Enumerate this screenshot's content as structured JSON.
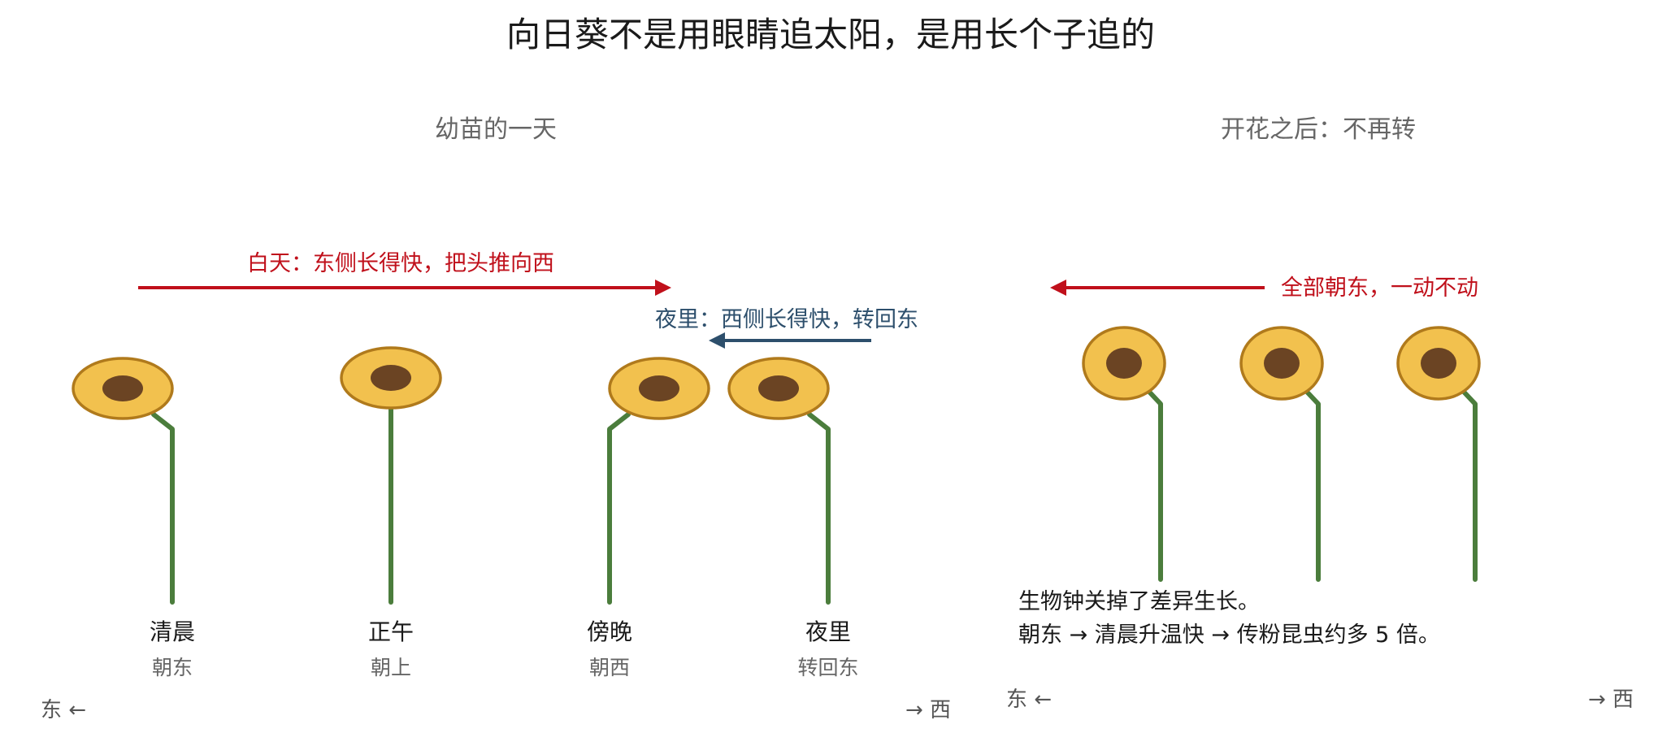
{
  "title": "向日葵不是用眼睛追太阳，是用长个子追的",
  "left_panel": {
    "title": "幼苗的一天",
    "day_arrow_label": "白天：东侧长得快，把头推向西",
    "night_arrow_label": "夜里：西侧长得快，转回东",
    "stages": [
      {
        "time": "清晨",
        "facing": "朝东"
      },
      {
        "time": "正午",
        "facing": "朝上"
      },
      {
        "time": "傍晚",
        "facing": "朝西"
      },
      {
        "time": "夜里",
        "facing": "转回东"
      }
    ],
    "east_label": "东 ←",
    "west_label": "→ 西"
  },
  "right_panel": {
    "title": "开花之后：不再转",
    "arrow_label": "全部朝东，一动不动",
    "notes": [
      "生物钟关掉了差异生长。",
      "朝东 → 清晨升温快 → 传粉昆虫约多 5 倍。"
    ],
    "east_label": "东 ←",
    "west_label": "→ 西"
  },
  "colors": {
    "day_arrow": "#c0101b",
    "night_arrow": "#2d4f6c",
    "stem": "#4b7d3c",
    "petal": "#f2c14e",
    "disk": "#6b4423"
  }
}
